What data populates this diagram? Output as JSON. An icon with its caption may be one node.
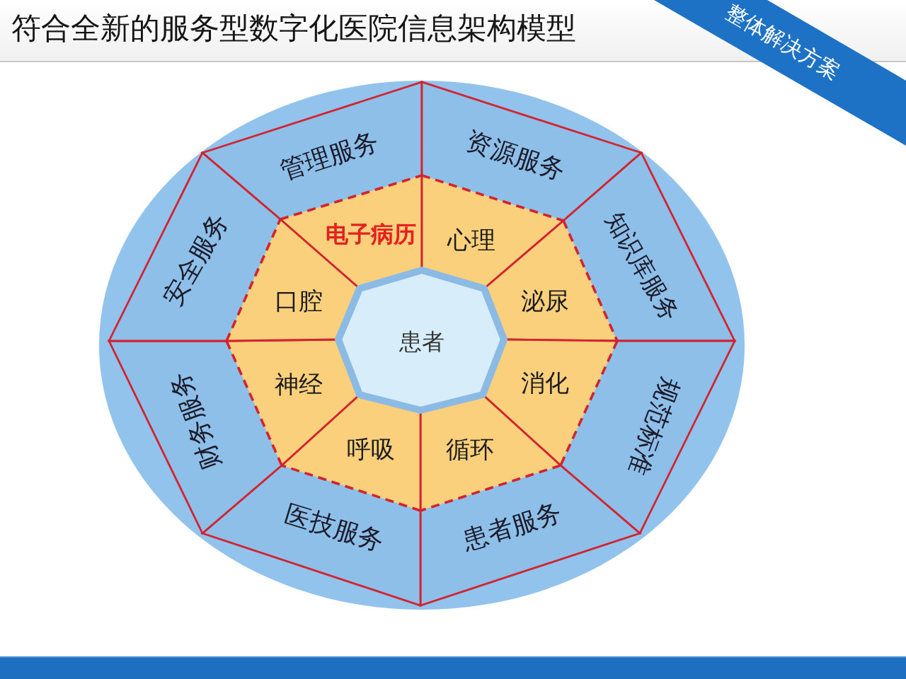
{
  "diagram": {
    "title": "符合全新的服务型数字化医院信息架构模型",
    "nodes": [
      {
        "text": [
          "整体解决方案"
        ]
      },
      {
        "text": [
          "管理服务"
        ]
      },
      {
        "text": [
          "资源服务"
        ]
      },
      {
        "text": [
          "知识库服务"
        ]
      },
      {
        "text": [
          "规范标准"
        ]
      },
      {
        "text": [
          "患者服务"
        ]
      },
      {
        "text": [
          "医技服务"
        ]
      },
      {
        "text": [
          "财务服务"
        ]
      },
      {
        "text": [
          "安全服务"
        ]
      },
      {
        "text": [
          "电子病历"
        ]
      },
      {
        "text": [
          "心理"
        ]
      },
      {
        "text": [
          "泌尿"
        ]
      },
      {
        "text": [
          "消化"
        ]
      },
      {
        "text": [
          "循环"
        ]
      },
      {
        "text": [
          "呼吸"
        ]
      },
      {
        "text": [
          "神经"
        ]
      },
      {
        "text": [
          "口腔"
        ]
      },
      {
        "text": [
          "患者"
        ]
      }
    ]
  }
}
